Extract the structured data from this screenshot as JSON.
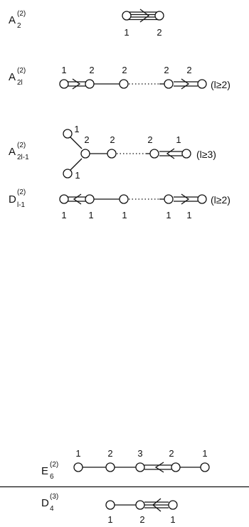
{
  "diagrams": [
    {
      "name": "A",
      "sup": "(2)",
      "sub": "2",
      "condition": "",
      "labels_below": [
        "1",
        "2"
      ],
      "labels_above": []
    },
    {
      "name": "A",
      "sup": "(2)",
      "sub": "2l",
      "condition": "(l≥2)",
      "labels_above": [
        "1",
        "2",
        "2",
        "2",
        "2"
      ],
      "labels_below": []
    },
    {
      "name": "A",
      "sup": "(2)",
      "sub": "2l-1",
      "condition": "(l≥3)",
      "labels_above": [
        "1",
        "2",
        "2",
        "2",
        "1"
      ],
      "labels_below": [
        "1"
      ]
    },
    {
      "name": "D",
      "sup": "(2)",
      "sub": "l-1",
      "condition": "(l≥2)",
      "labels_below": [
        "1",
        "1",
        "1",
        "1",
        "1"
      ],
      "labels_above": []
    },
    {
      "name": "E",
      "sup": "(2)",
      "sub": "6",
      "condition": "",
      "labels_above": [
        "1",
        "2",
        "3",
        "2",
        "1"
      ],
      "labels_below": []
    },
    {
      "name": "D",
      "sup": "(3)",
      "sub": "4",
      "condition": "",
      "labels_below": [
        "1",
        "2",
        "1"
      ],
      "labels_above": []
    }
  ]
}
